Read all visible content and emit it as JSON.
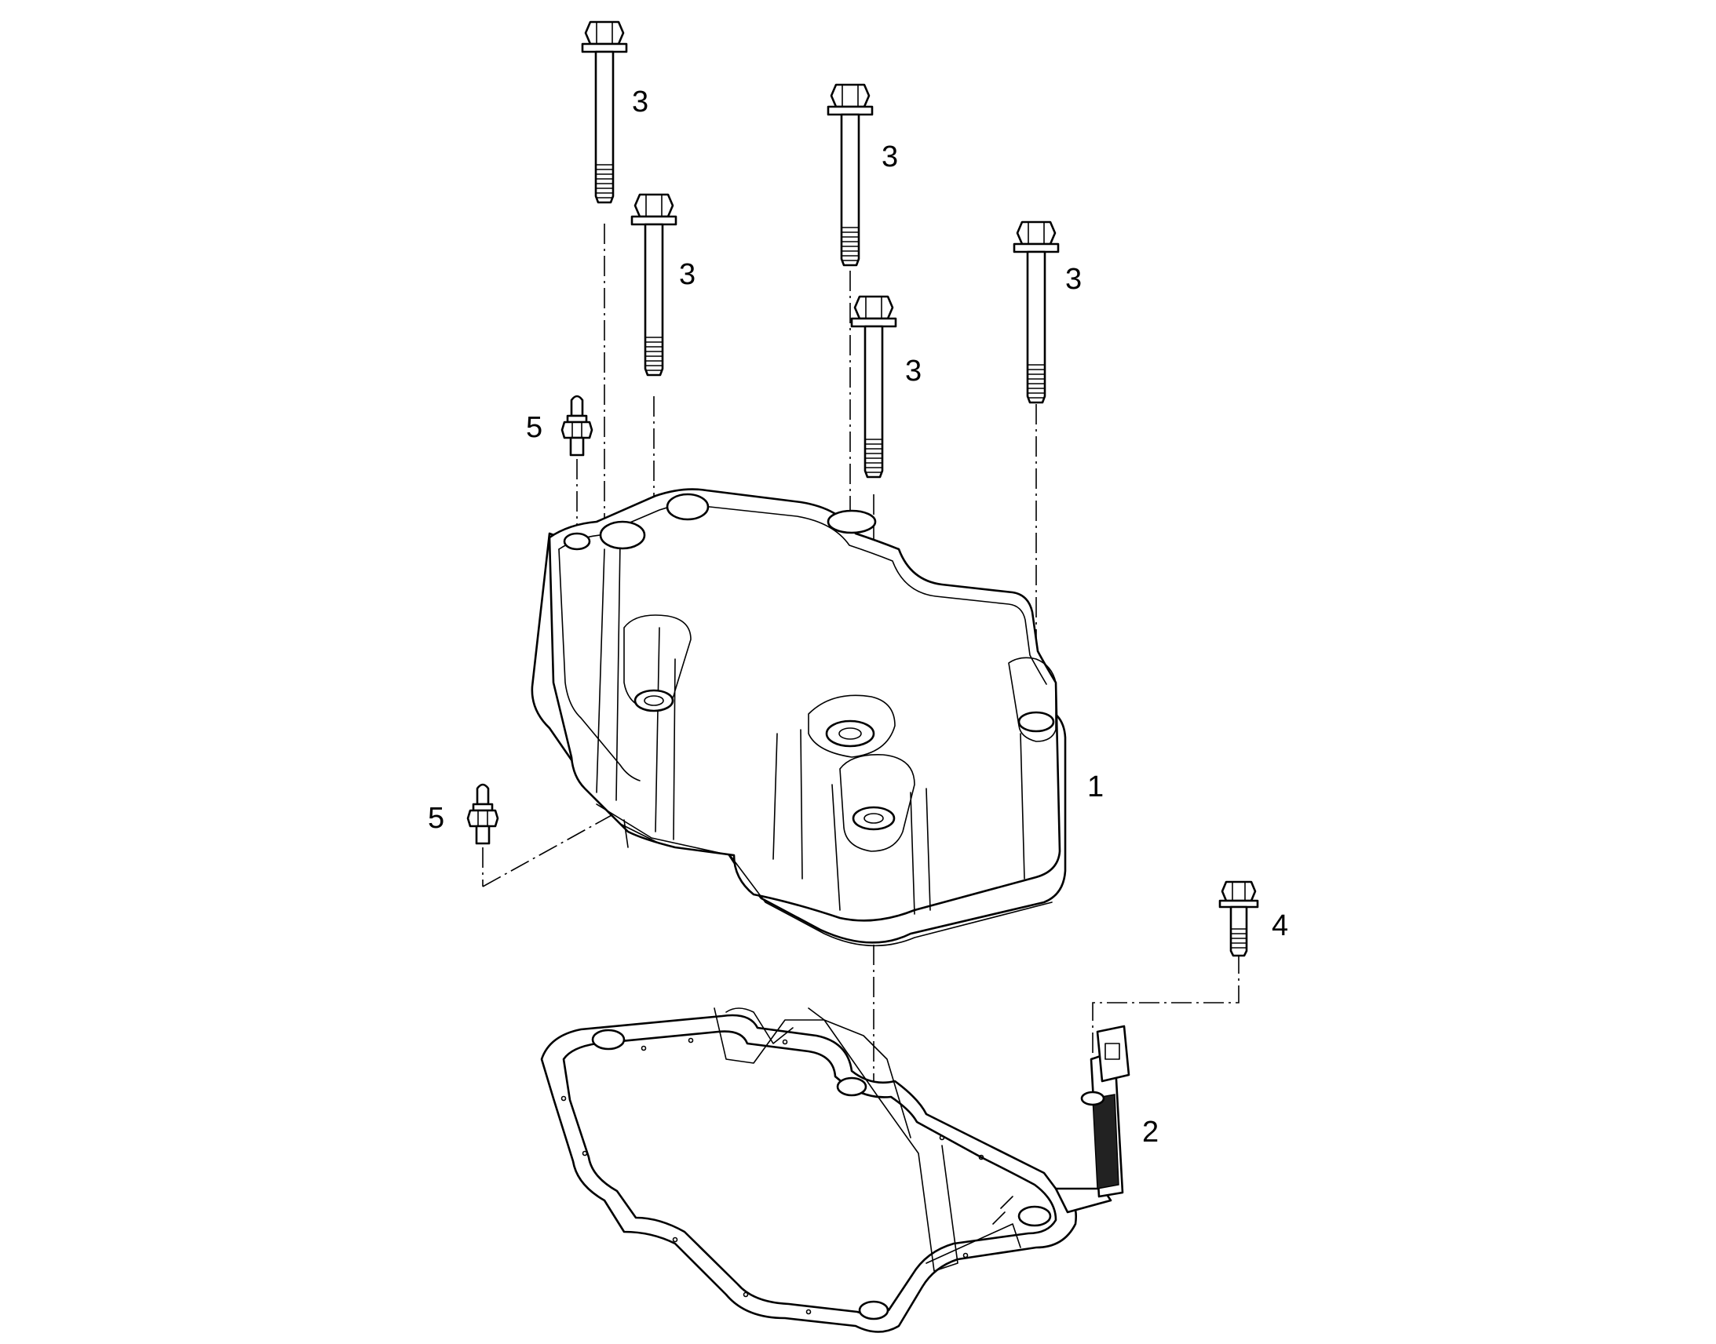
{
  "callouts": {
    "c1": "1",
    "c2": "2",
    "c3a": "3",
    "c3b": "3",
    "c3c": "3",
    "c3d": "3",
    "c3e": "3",
    "c4": "4",
    "c5a": "5",
    "c5b": "5"
  },
  "parts": {
    "p1": "valve-cover",
    "p2": "gasket-with-connector",
    "p3": "flange-bolt-long",
    "p4": "flange-bolt-short",
    "p5": "stud-bolt"
  }
}
